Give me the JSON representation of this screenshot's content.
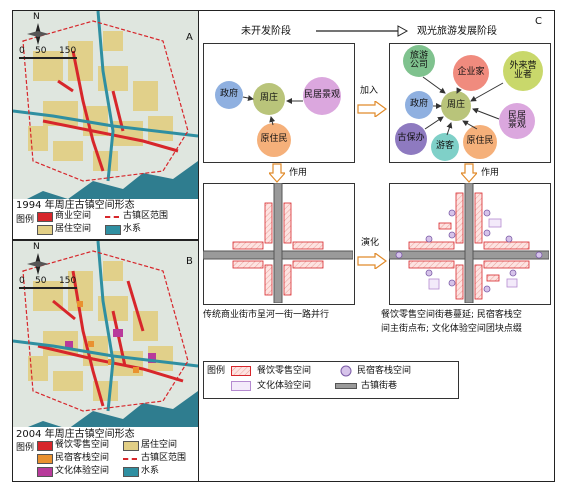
{
  "mapA": {
    "label": "A",
    "caption": "1994 年周庄古镇空间形态",
    "legend_title": "图例",
    "legend_items": [
      {
        "label": "商业空间",
        "color": "#d7262b"
      },
      {
        "label": "古镇区范围",
        "color": "#d7262b"
      },
      {
        "label": "居住空间",
        "color": "#e2cf86"
      },
      {
        "label": "水系",
        "color": "#2f8fa1"
      }
    ],
    "north": "N",
    "scale": [
      "0",
      "50",
      "150"
    ]
  },
  "mapB": {
    "label": "B",
    "caption": "2004 年周庄古镇空间形态",
    "legend_title": "图例",
    "legend_items": [
      {
        "label": "餐饮零售空间",
        "color": "#d7262b"
      },
      {
        "label": "居住空间",
        "color": "#e2cf86"
      },
      {
        "label": "民宿客栈空间",
        "color": "#e9912f"
      },
      {
        "label": "古镇区范围",
        "color": "#d7262b"
      },
      {
        "label": "文化体验空间",
        "color": "#b83a9b"
      },
      {
        "label": "水系",
        "color": "#2f8fa1"
      }
    ],
    "north": "N",
    "scale": [
      "0",
      "50",
      "150"
    ]
  },
  "panelC": {
    "label": "C",
    "stage_left": "未开发阶段",
    "stage_right": "观光旅游发展阶段",
    "join_label": "加入",
    "effect_label": "作用",
    "evolve_label": "演化",
    "left_nodes": [
      {
        "label": "政府",
        "color": "#8fb0e0"
      },
      {
        "label": "周庄",
        "color": "#b9c47a"
      },
      {
        "label": "民居景观",
        "color": "#dba7de"
      },
      {
        "label": "原住民",
        "color": "#f5b07a"
      }
    ],
    "right_nodes": [
      {
        "label": "旅游公司",
        "color": "#7fc28e"
      },
      {
        "label": "企业家",
        "color": "#f08b7e"
      },
      {
        "label": "外来营业者",
        "color": "#c9d86b"
      },
      {
        "label": "政府",
        "color": "#8fb0e0"
      },
      {
        "label": "周庄",
        "color": "#b9c47a"
      },
      {
        "label": "民居景观",
        "color": "#dba7de"
      },
      {
        "label": "古保办",
        "color": "#8e7ac0"
      },
      {
        "label": "游客",
        "color": "#7fd0c8"
      },
      {
        "label": "原住民",
        "color": "#f5b07a"
      }
    ],
    "caption_left": "传统商业街市呈河一街一路并行",
    "caption_right_1": "餐饮零售空间街巷蔓延; 民宿客栈空",
    "caption_right_2": "间主街点布; 文化体验空间团块点缀",
    "legend_title": "图例",
    "legend_items": [
      {
        "label": "餐饮零售空间"
      },
      {
        "label": "民宿客栈空间"
      },
      {
        "label": "文化体验空间"
      },
      {
        "label": "古镇街巷"
      }
    ]
  }
}
